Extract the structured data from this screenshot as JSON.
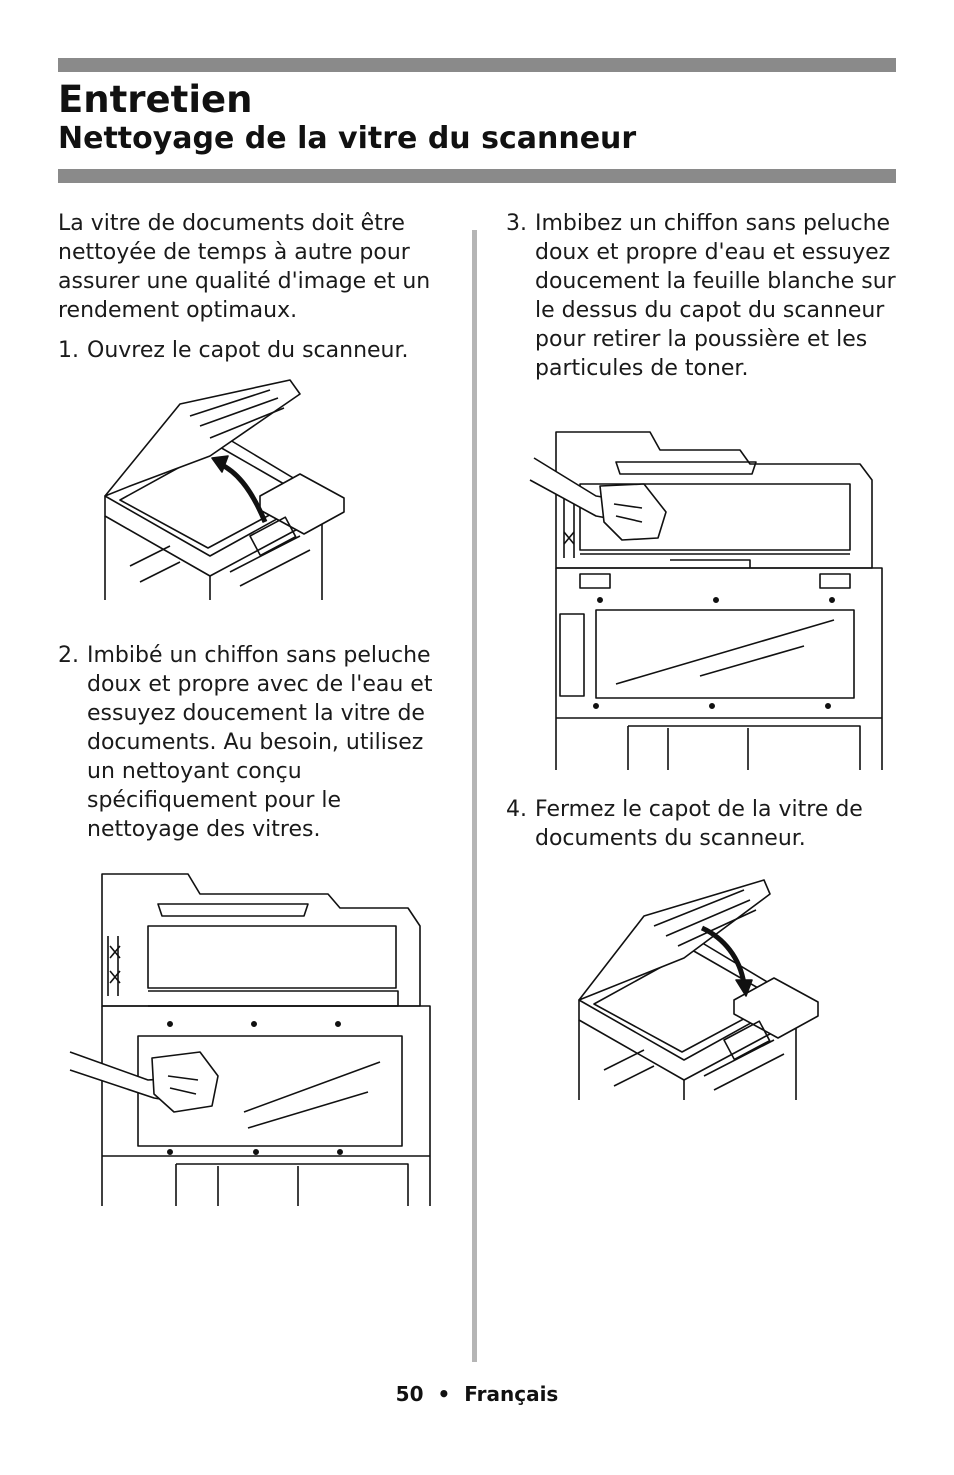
{
  "header": {
    "title": "Entretien",
    "subtitle": "Nettoyage de la vitre du scanneur"
  },
  "intro": "La vitre de documents doit être nettoyée de temps à autre pour assurer une qualité d'image et un rendement optimaux.",
  "steps": [
    {
      "number": "1.",
      "text": "Ouvrez le capot du scanneur."
    },
    {
      "number": "2.",
      "text": "Imbibé un chiffon sans peluche doux et propre avec de l'eau et essuyez doucement la vitre de documents. Au besoin, utilisez un nettoyant conçu spécifiquement pour le nettoyage des vitres."
    },
    {
      "number": "3.",
      "text": "Imbibez un chiffon sans peluche doux et propre d'eau et essuyez doucement la feuille blanche sur le dessus du capot du scanneur pour retirer la poussière et les particules de toner."
    },
    {
      "number": "4.",
      "text": "Fermez le capot de la vitre de documents du scanneur."
    }
  ],
  "footer": {
    "page_number": "50",
    "separator": "•",
    "language": "Français"
  }
}
